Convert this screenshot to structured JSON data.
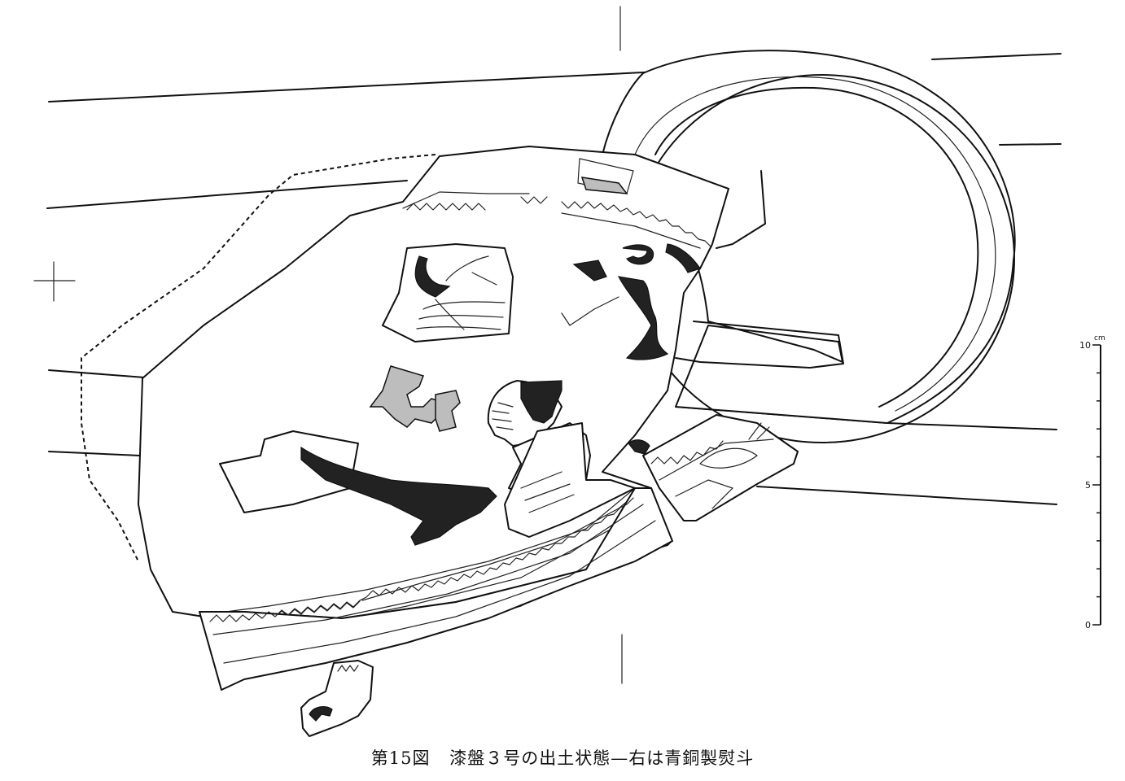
{
  "figure": {
    "number_label": "第15図",
    "title": "漆盤３号の出土状態—右は青銅製熨斗"
  },
  "scale_bar": {
    "unit": "cm",
    "ticks": [
      {
        "label": "10",
        "value": 10
      },
      {
        "label": "5",
        "value": 5
      },
      {
        "label": "0",
        "value": 0
      }
    ]
  },
  "colors": {
    "ink": "#111111",
    "paint_shade": "#bdbdbd",
    "paper": "#ffffff"
  }
}
